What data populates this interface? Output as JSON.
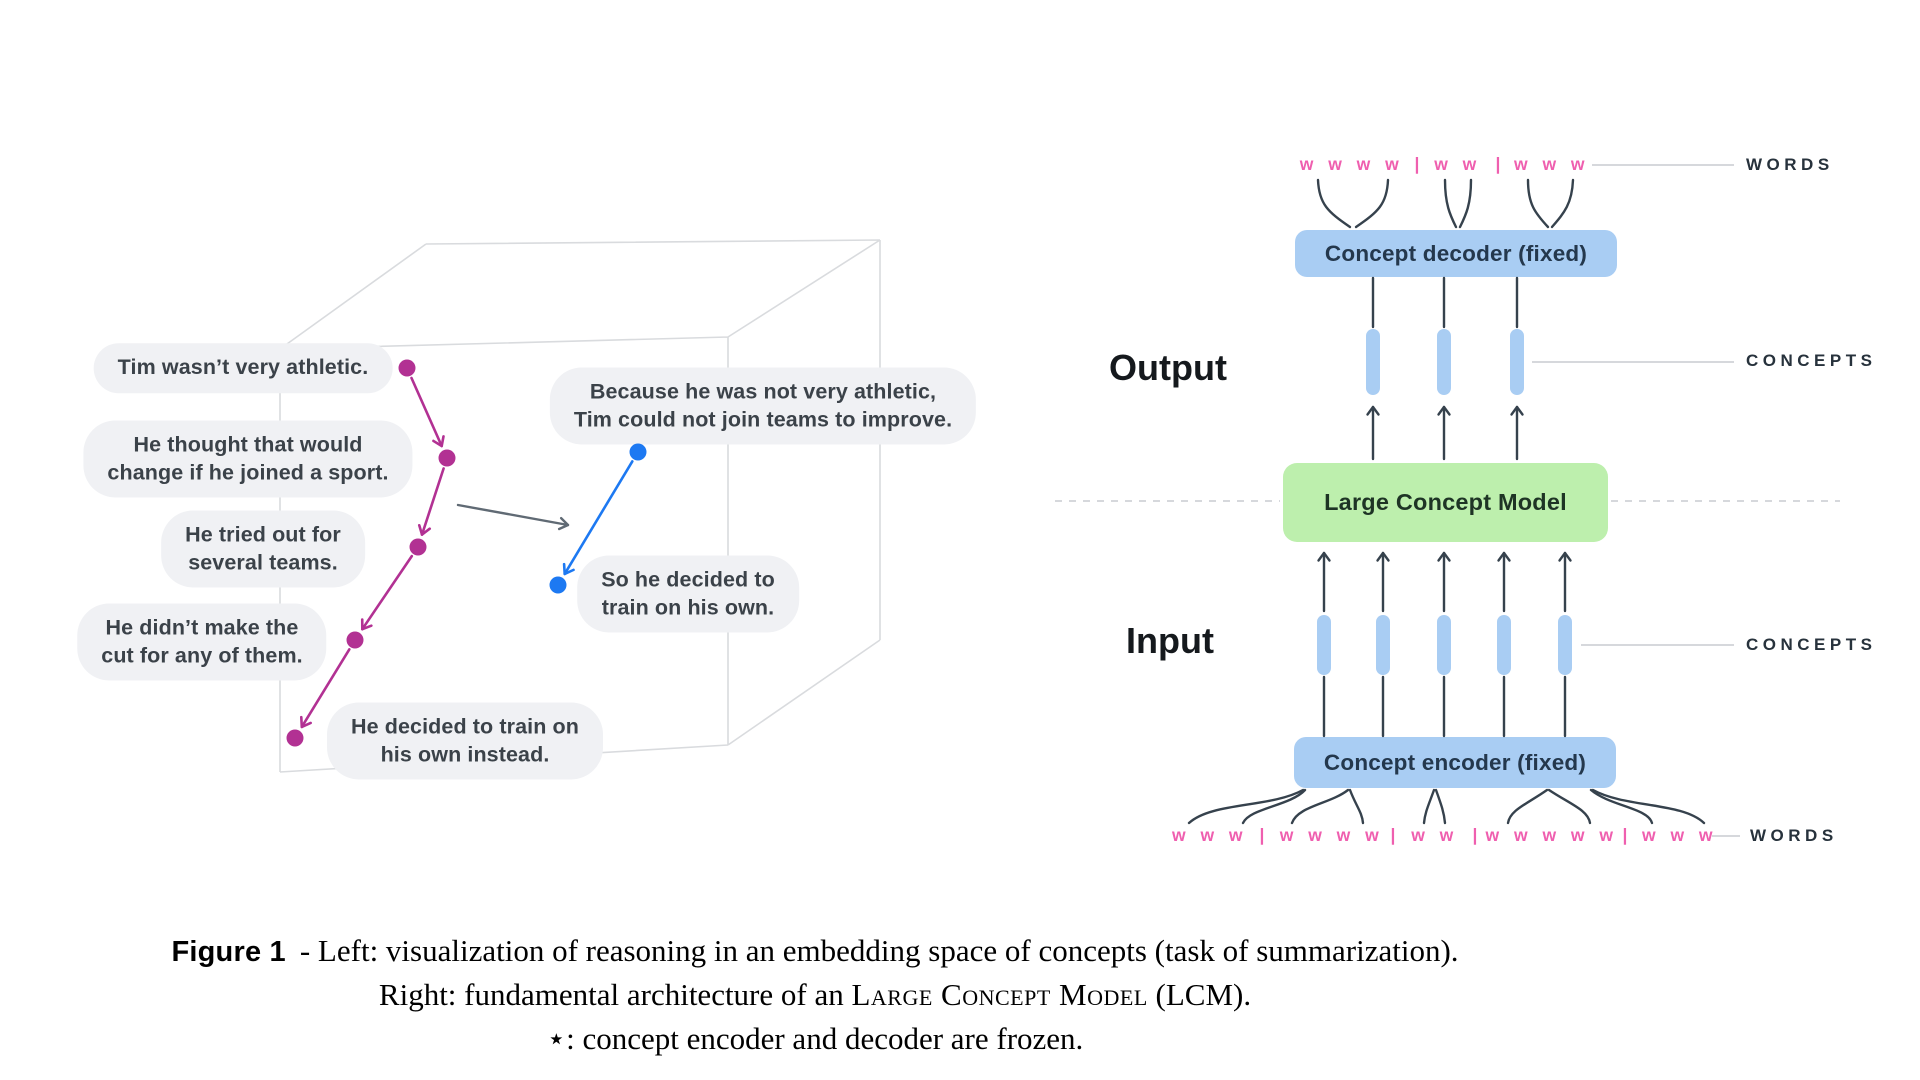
{
  "left_panel": {
    "bubbles": [
      "Tim wasn’t very athletic.",
      "He thought that would\nchange if he joined a sport.",
      "He tried out for\nseveral teams.",
      "He didn’t make the\ncut for any of them.",
      "He decided to train on\nhis own instead.",
      "Because he was not very athletic,\nTim could not join teams to improve.",
      "So he decided to\ntrain on his own."
    ]
  },
  "architecture": {
    "output_section_label": "Output",
    "input_section_label": "Input",
    "decoder_label": "Concept decoder (fixed)",
    "encoder_label": "Concept encoder (fixed)",
    "lcm_label": "Large Concept Model",
    "words_label": "WORDS",
    "concepts_label": "CONCEPTS",
    "top_words": {
      "groups": [
        "w w w w",
        "w w",
        "w w w"
      ],
      "separator": "|"
    },
    "bottom_words": {
      "groups": [
        "w w w",
        "w w w w",
        "w w",
        "w w w w w",
        "w w w"
      ],
      "separator": "|"
    }
  },
  "caption": {
    "figure_label": "Figure 1",
    "line1": "- Left: visualization of reasoning in an embedding space of concepts (task of summarization).",
    "line2_prefix": "Right: fundamental architecture of an ",
    "line2_smallcaps": "Large Concept Model",
    "line2_suffix": " (LCM).",
    "line3": "⋆: concept encoder and decoder are frozen."
  },
  "colors": {
    "magenta_trajectory": "#b23193",
    "blue_trajectory": "#1d79f2",
    "pink_words": "#ef5faf",
    "box_blue": "#a9cdf3",
    "box_green": "#bdefad",
    "bubble_gray": "#f0f1f4",
    "dark_line": "#36424d",
    "light_line": "#c9ccd0"
  }
}
